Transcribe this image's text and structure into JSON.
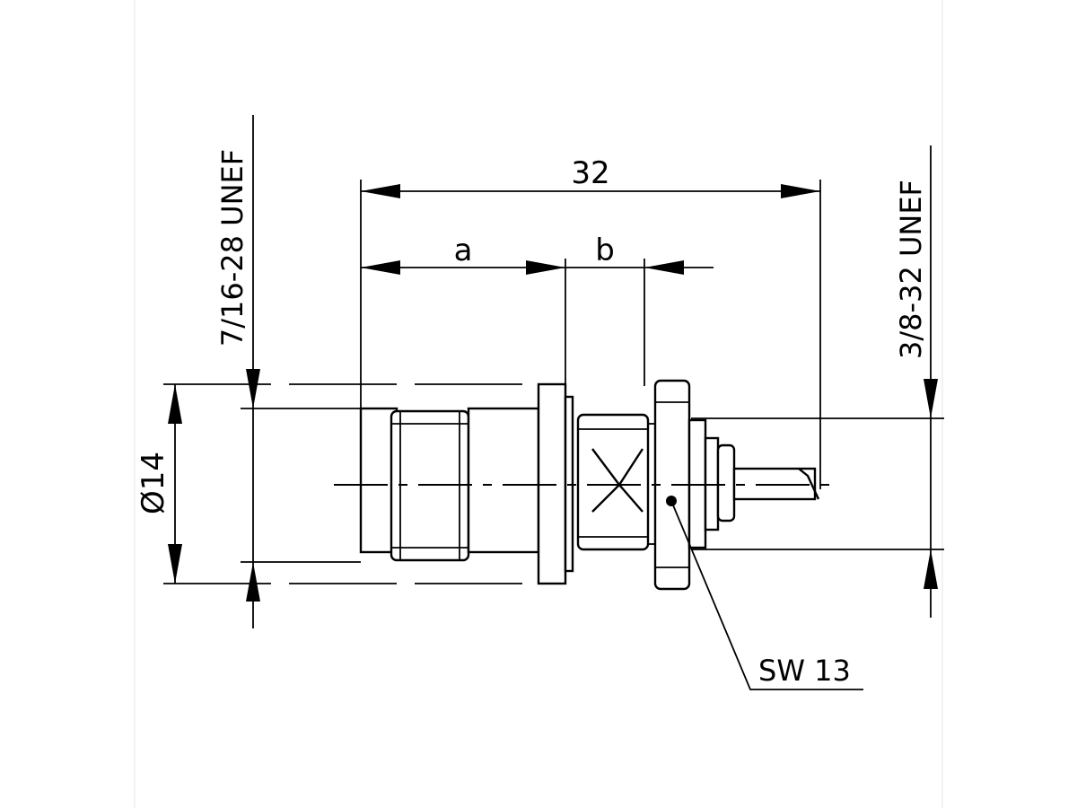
{
  "dimensions": {
    "overall_length": "32",
    "length_a": "a",
    "length_b": "b",
    "diameter": "Ø14",
    "left_thread": "7/16-28 UNEF",
    "right_thread": "3/8-32 UNEF",
    "wrench_size": "SW 13"
  }
}
